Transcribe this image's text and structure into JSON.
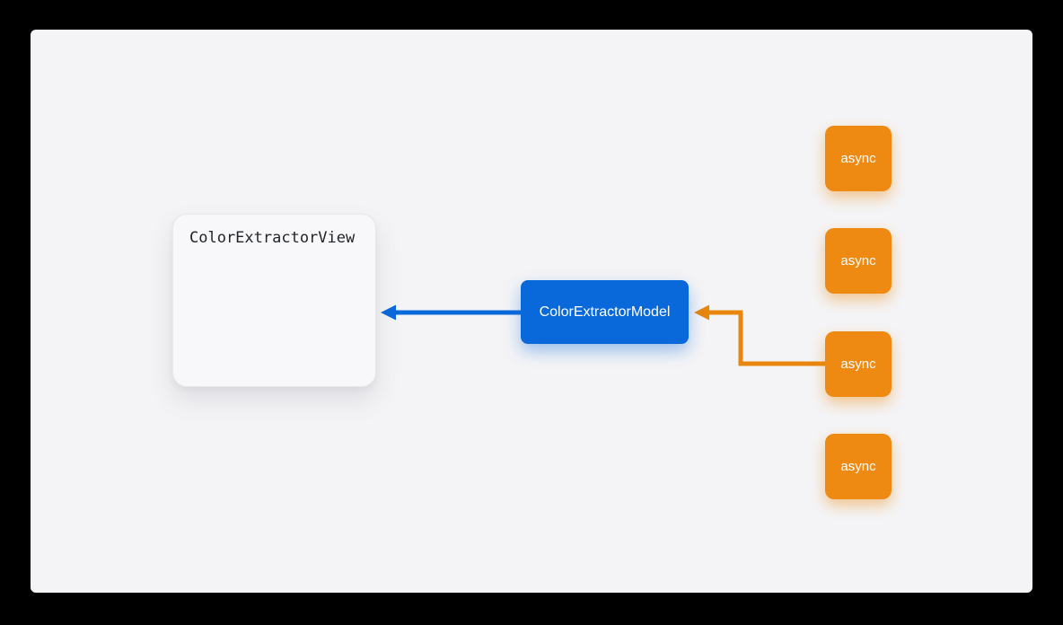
{
  "diagram": {
    "view_node": {
      "label": "ColorExtractorView"
    },
    "model_node": {
      "label": "ColorExtractorModel"
    },
    "async_nodes": [
      {
        "label": "async"
      },
      {
        "label": "async"
      },
      {
        "label": "async"
      },
      {
        "label": "async"
      }
    ],
    "edges": [
      {
        "from": "ColorExtractorModel",
        "to": "ColorExtractorView",
        "color_name": "blue",
        "style": "straight-arrow-left"
      },
      {
        "from": "async-3",
        "to": "ColorExtractorModel",
        "color_name": "orange",
        "style": "elbow-arrow-left"
      }
    ]
  },
  "colors": {
    "page_background": "#000000",
    "canvas_background": "#f4f4f6",
    "view_box_background": "#f8f8fa",
    "view_box_text": "#1f2328",
    "model_blue": "#0a69da",
    "async_orange": "#ee8a12",
    "arrow_blue": "#0a69da",
    "arrow_orange": "#e8860d",
    "node_text_light": "#ffffff"
  }
}
